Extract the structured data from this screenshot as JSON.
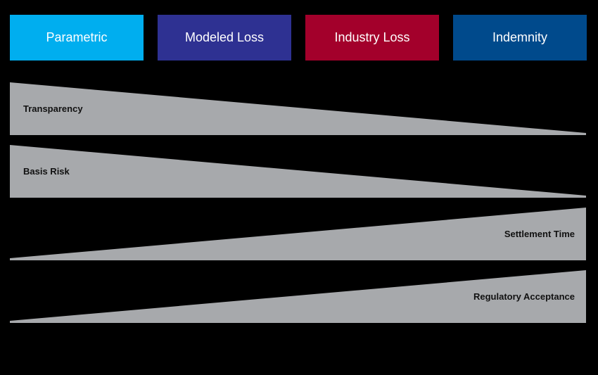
{
  "headers": [
    {
      "label": "Parametric",
      "color": "#00aeef"
    },
    {
      "label": "Modeled Loss",
      "color": "#2e3192"
    },
    {
      "label": "Industry Loss",
      "color": "#a3002b"
    },
    {
      "label": "Indemnity",
      "color": "#004a8c"
    }
  ],
  "wedges": [
    {
      "label": "Transparency",
      "direction": "decreasing"
    },
    {
      "label": "Basis Risk",
      "direction": "decreasing"
    },
    {
      "label": "Settlement Time",
      "direction": "increasing"
    },
    {
      "label": "Regulatory Acceptance",
      "direction": "increasing"
    }
  ],
  "wedge_color": "#a7a9ac"
}
